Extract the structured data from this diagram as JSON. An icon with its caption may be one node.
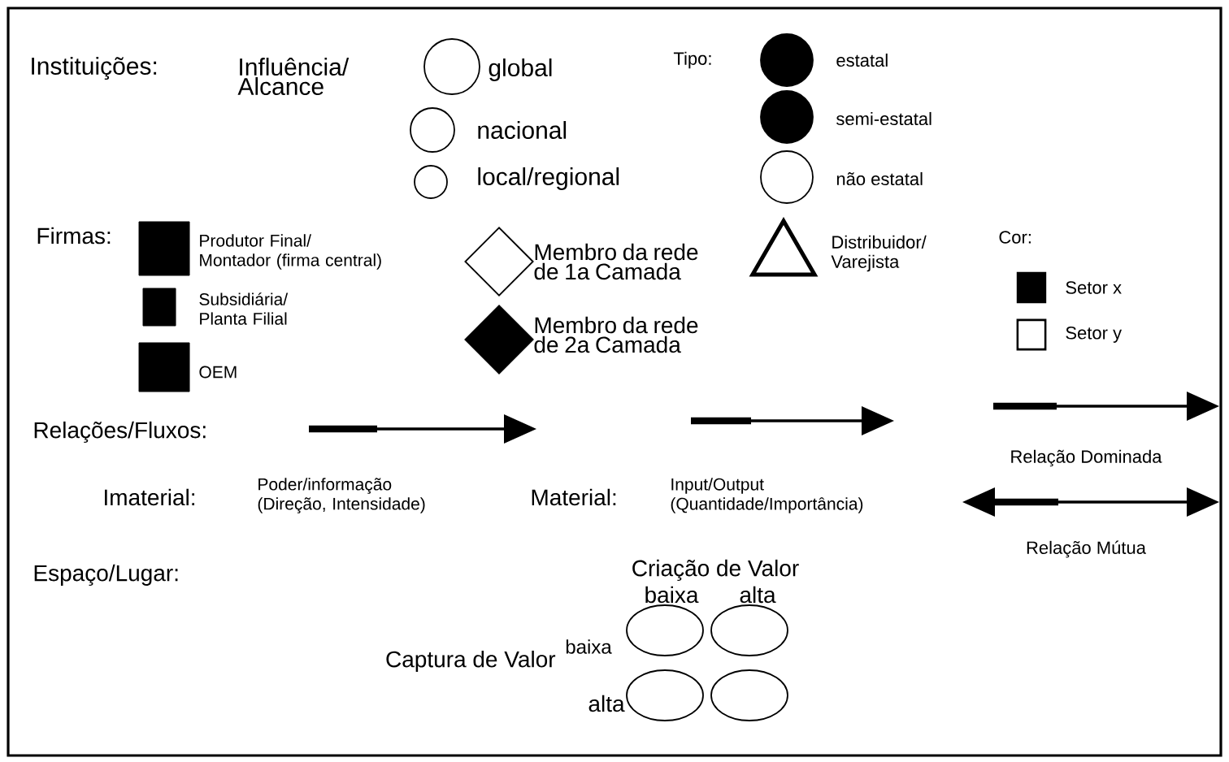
{
  "diagram": {
    "nodes": [
      {
        "text": [],
        "shape": "circle",
        "beside": [
          "global"
        ]
      },
      {
        "text": [],
        "shape": "circle",
        "beside": [
          "nacional"
        ]
      },
      {
        "text": [],
        "shape": "circle",
        "beside": [
          "local/regional"
        ]
      },
      {
        "text": [],
        "shape": "circle",
        "beside": [
          "estatal"
        ]
      },
      {
        "text": [],
        "shape": "circle",
        "beside": [
          "semi-estatal"
        ]
      },
      {
        "text": [],
        "shape": "circle",
        "beside": [
          "não estatal"
        ]
      },
      {
        "text": [],
        "shape": "box",
        "beside": [
          "Produtor Final/ Montador (firma central)"
        ]
      },
      {
        "text": [],
        "shape": "box",
        "beside": [
          "Subsidiária/ Planta Filial"
        ]
      },
      {
        "text": [],
        "shape": "box",
        "beside": [
          "OEM"
        ]
      },
      {
        "text": [],
        "shape": "diamond",
        "beside": [
          "Membro da rede de 1a Camada"
        ]
      },
      {
        "text": [],
        "shape": "diamond",
        "beside": [
          "Membro da rede de 2a Camada"
        ]
      },
      {
        "text": [],
        "shape": "triangle",
        "beside": [
          "Distribuidor/ Varejista"
        ]
      },
      {
        "text": [],
        "shape": "ellipse"
      },
      {
        "text": [],
        "shape": "ellipse"
      },
      {
        "text": [],
        "shape": "ellipse"
      },
      {
        "text": [],
        "shape": "ellipse"
      }
    ],
    "labels": [
      "Instituições:",
      "Influência/ Alcance",
      "Tipo:",
      "Firmas:",
      "Cor:",
      "Relações/Fluxos:",
      "Imaterial:",
      "Poder/informação (Direção, Intensidade)",
      "Material:",
      "Input/Output (Quantidade/Importância)",
      "Espaço/Lugar:",
      "Criação de Valor",
      "baixa",
      "alta",
      "Captura de Valor",
      "baixa",
      "alta"
    ],
    "legend": [
      {
        "text": "Setor x",
        "color": "#000000"
      },
      {
        "text": "Setor y",
        "color": "#ffffff"
      },
      {
        "text": "Relação Dominada"
      },
      {
        "text": "Relação Mútua"
      }
    ]
  }
}
